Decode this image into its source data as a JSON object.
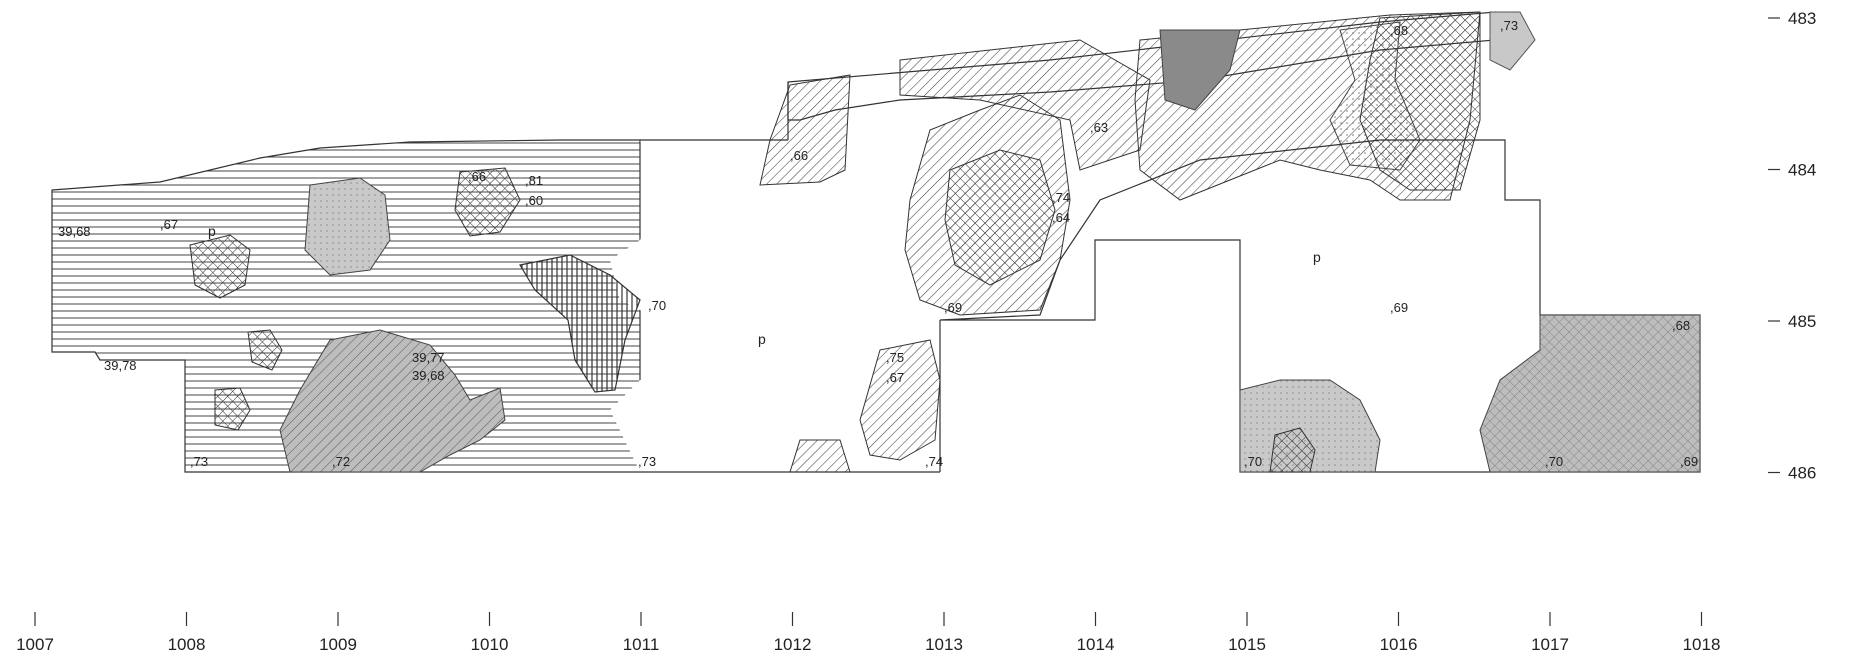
{
  "x_axis": {
    "ticks": [
      "1007",
      "1008",
      "1009",
      "1010",
      "1011",
      "1012",
      "1013",
      "1014",
      "1015",
      "1016",
      "1017",
      "1018"
    ]
  },
  "y_axis": {
    "ticks": [
      "483",
      "484",
      "485",
      "486"
    ]
  },
  "elevations": [
    "39,68",
    "39,78",
    ",67",
    ",66",
    ",81",
    ",60",
    ",70",
    ",39,77",
    "39,68",
    ",73",
    ",72",
    ",73",
    ",66",
    ",69",
    ",75",
    ",67",
    ",74",
    ",74",
    ",64",
    ",63",
    ",68",
    ",73",
    ",69",
    ",68",
    ",70",
    ",70",
    ",69"
  ],
  "fill_marks": [
    "p",
    "p",
    "p"
  ],
  "colors": {
    "line": "#333333",
    "hatch": "#444444",
    "light_fill": "#c8c8c8",
    "dark_fill": "#8a8a8a"
  }
}
